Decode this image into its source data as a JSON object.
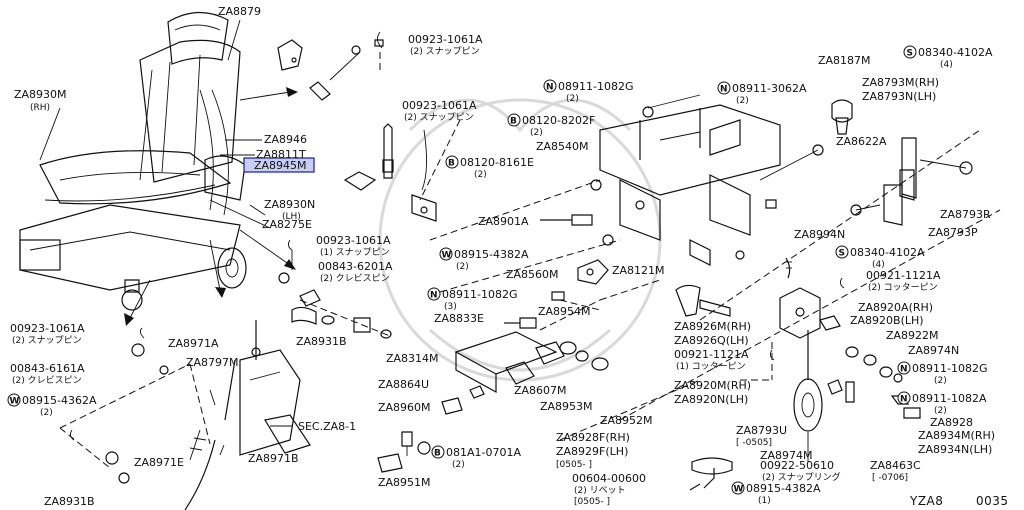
{
  "labels": {
    "za8879": "ZA8879",
    "za8930m": "ZA8930M",
    "za8930m_sub": "(RH)",
    "c00923_top": "00923-1061A",
    "c00923_top_sub": "(2) スナップピン",
    "c00923_mid": "00923-1061A",
    "c00923_mid_sub": "(2) スナップピン",
    "za8946": "ZA8946",
    "za8811t": "ZA8811T",
    "za8945m": "ZA8945M",
    "za8930n": "ZA8930N",
    "za8930n_sub": "(LH)",
    "za8275e": "ZA8275E",
    "c00923_r": "00923-1061A",
    "c00923_r_sub": "(1) スナップピン",
    "c00843_r": "00843-6201A",
    "c00843_r_sub": "(2) クレビスピン",
    "c00923_l": "00923-1061A",
    "c00923_l_sub": "(2) スナップピン",
    "c00843_l": "00843-6161A",
    "c00843_l_sub": "(2) クレビスピン",
    "w08915_l": "08915-4362A",
    "w08915_l_sub": "(2)",
    "za8971a": "ZA8971A",
    "za8797m": "ZA8797M",
    "za8931b_top": "ZA8931B",
    "za8971e": "ZA8971E",
    "za8971b": "ZA8971B",
    "sec": "SEC.ZA8-1",
    "za8931b_bot": "ZA8931B",
    "n08911_a": "08911-1082G",
    "n08911_a_sub": "(2)",
    "b08120_a": "08120-8202F",
    "b08120_a_sub": "(2)",
    "za8540m": "ZA8540M",
    "b08120_b": "08120-8161E",
    "b08120_b_sub": "(2)",
    "za8901a": "ZA8901A",
    "w08915_m": "08915-4382A",
    "w08915_m_sub": "(2)",
    "za8560m": "ZA8560M",
    "za8121m": "ZA8121M",
    "n08911_b": "08911-1082G",
    "n08911_b_sub": "(3)",
    "za8833e": "ZA8833E",
    "za8954m": "ZA8954M",
    "za8314m": "ZA8314M",
    "za8864u": "ZA8864U",
    "za8607m": "ZA8607M",
    "za8953m": "ZA8953M",
    "za8960m": "ZA8960M",
    "za8952m": "ZA8952M",
    "za8951m": "ZA8951M",
    "b081a1": "081A1-0701A",
    "b081a1_sub": "(2)",
    "n08911_c": "08911-3062A",
    "n08911_c_sub": "(2)",
    "za8187m": "ZA8187M",
    "za8622a": "ZA8622A",
    "s08340_a": "08340-4102A",
    "s08340_a_sub": "(4)",
    "za8793m_rh": "ZA8793M(RH)",
    "za8793n_lh": "ZA8793N(LH)",
    "za8793r": "ZA8793R",
    "za8793p": "ZA8793P",
    "za8994n": "ZA8994N",
    "s08340_b": "08340-4102A",
    "s08340_b_sub": "(4)",
    "c00921_a": "00921-1121A",
    "c00921_a_sub": "(2) コッターピン",
    "za8926m": "ZA8926M(RH)",
    "za8926q": "ZA8926Q(LH)",
    "za8920a": "ZA8920A(RH)",
    "za8920b": "ZA8920B(LH)",
    "za8922m": "ZA8922M",
    "za8974n": "ZA8974N",
    "c00921_b": "00921-1121A",
    "c00921_b_sub": "(1) コッターピン",
    "n08911_d": "08911-1082G",
    "n08911_d_sub": "(2)",
    "za8920m": "ZA8920M(RH)",
    "za8920n": "ZA8920N(LH)",
    "n08911_e": "08911-1082A",
    "n08911_e_sub": "(2)",
    "za8928": "ZA8928",
    "za8793u": "ZA8793U",
    "za8793u_sub": "[ -0505]",
    "za8934m": "ZA8934M(RH)",
    "za8934n": "ZA8934N(LH)",
    "za8974m": "ZA8974M",
    "za8928f_rh": "ZA8928F(RH)",
    "za8929f_lh": "ZA8929F(LH)",
    "za8928f_sub": "[0505- ]",
    "c00922": "00922-50610",
    "c00922_sub": "(2) スナップリング",
    "za8463c": "ZA8463C",
    "za8463c_sub": "[ -0706]",
    "c00604": "00604-00600",
    "c00604_sub": "(2) リベット",
    "c00604_sub2": "[0505- ]",
    "w08915_b": "08915-4382A",
    "w08915_b_sub": "(1)",
    "yza8": "YZA8",
    "code": "0035"
  },
  "badges": {
    "n": "N",
    "b": "B",
    "w": "W",
    "s": "S"
  },
  "highlight_color": "#c8cdf2"
}
